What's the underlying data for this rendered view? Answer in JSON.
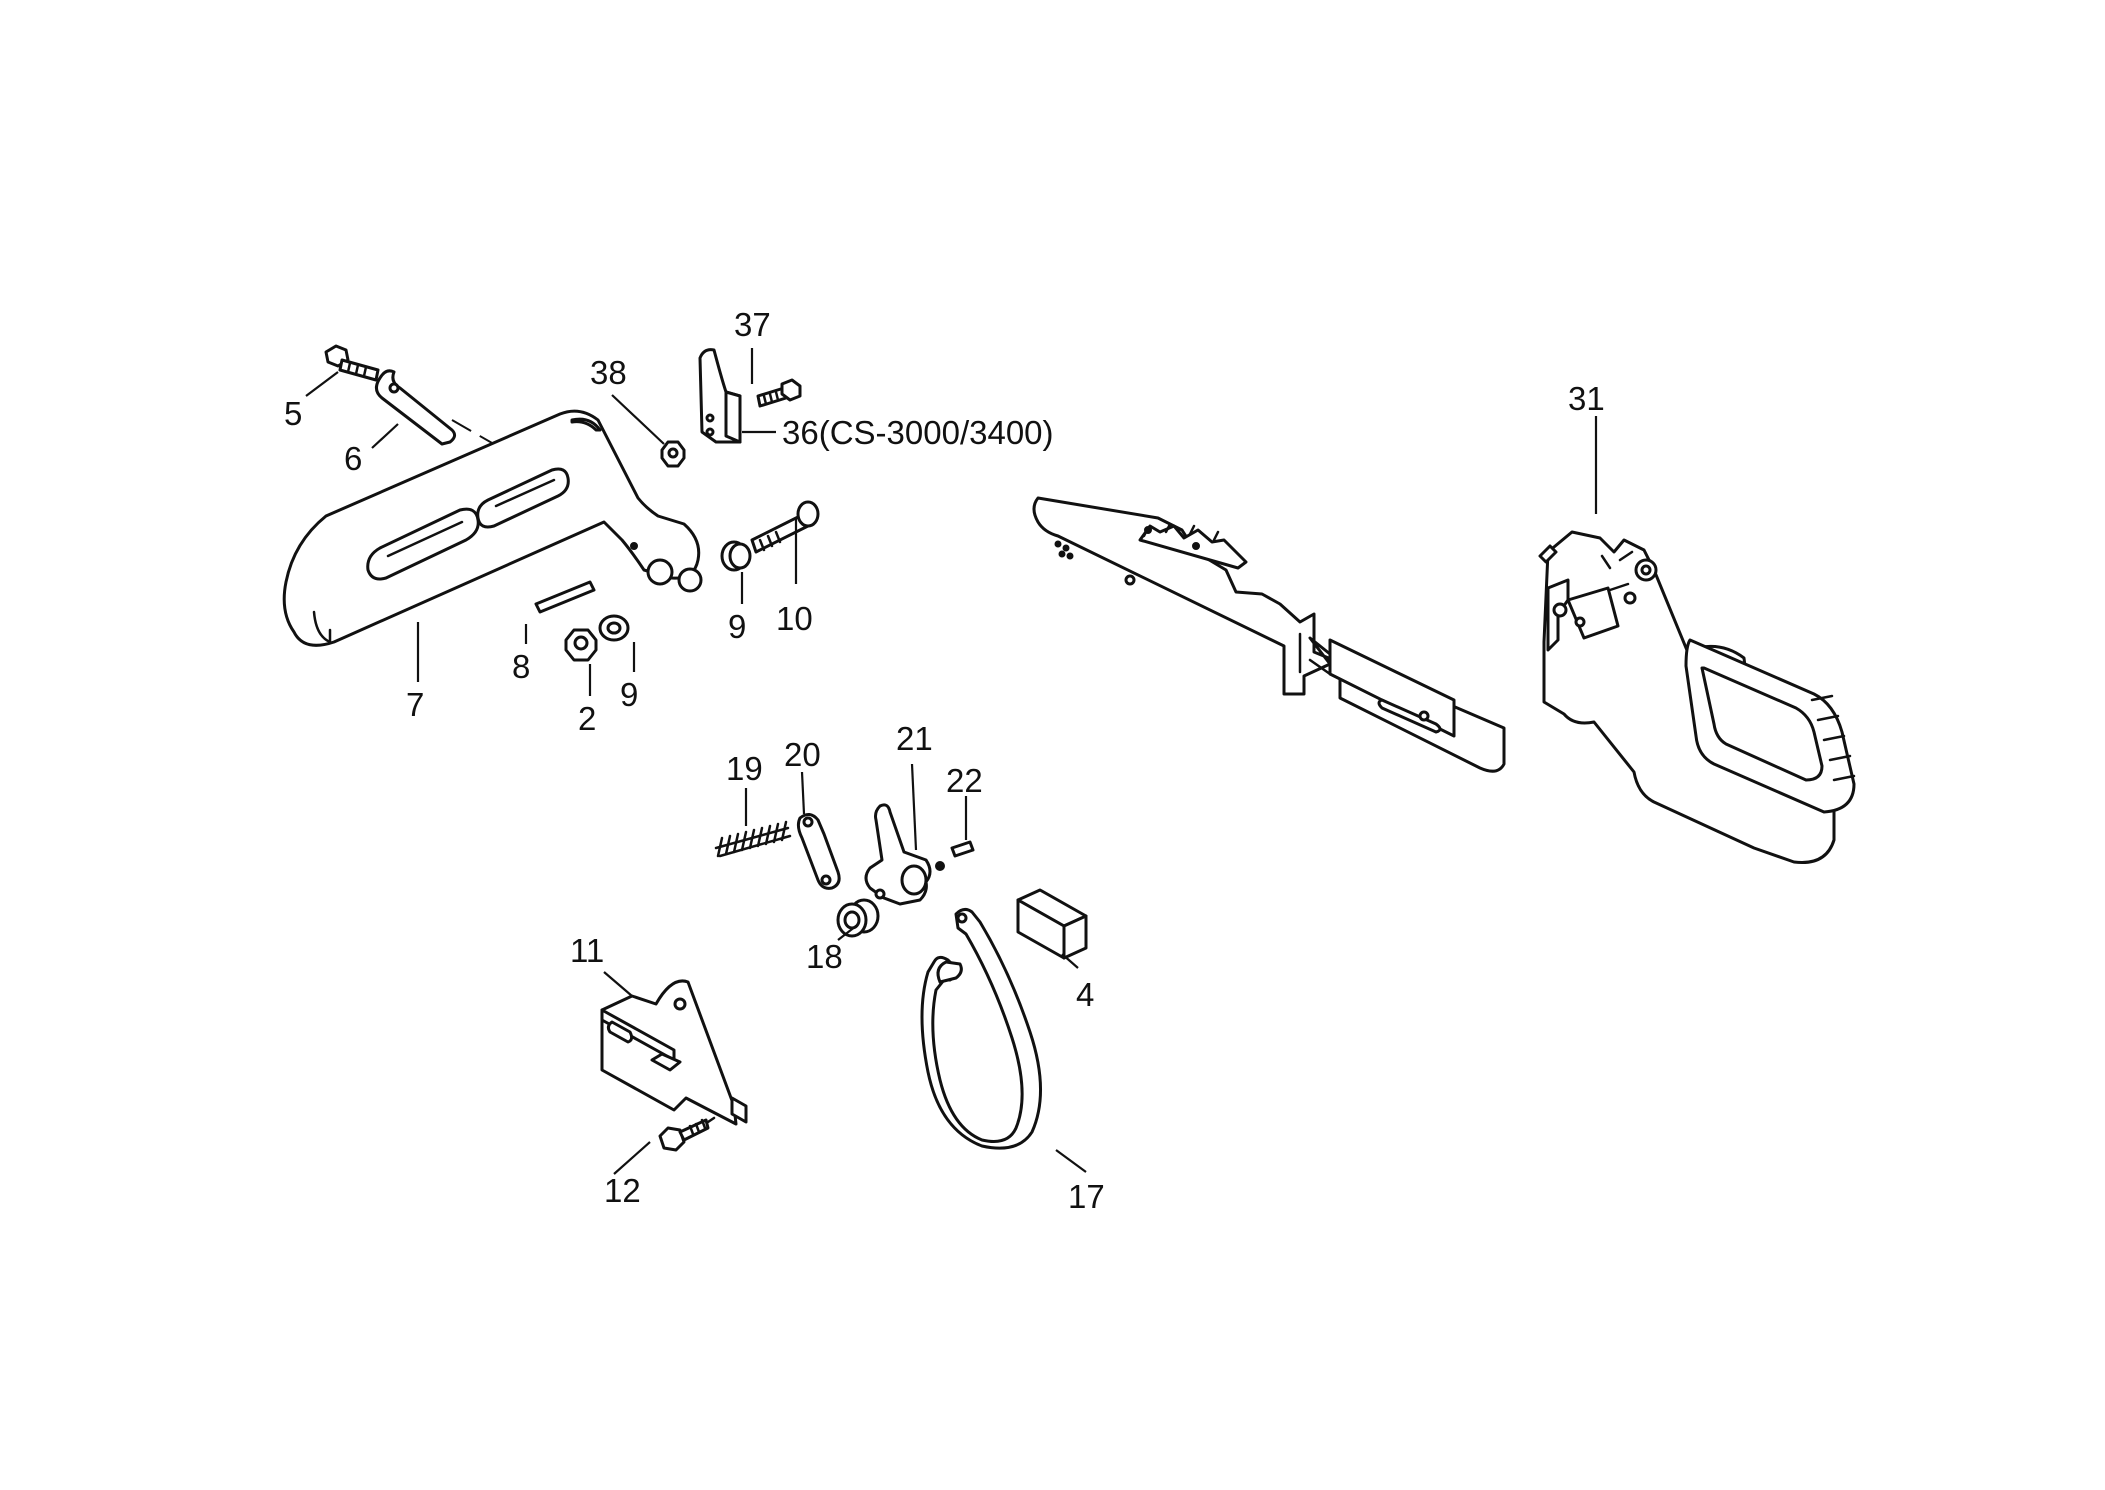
{
  "diagram": {
    "labels": {
      "p2": "2",
      "p4": "4",
      "p5": "5",
      "p6": "6",
      "p7": "7",
      "p8": "8",
      "p9a": "9",
      "p9b": "9",
      "p10": "10",
      "p11": "11",
      "p12": "12",
      "p17": "17",
      "p18": "18",
      "p19": "19",
      "p20": "20",
      "p21": "21",
      "p22": "22",
      "p31": "31",
      "p36": "36(CS-3000/3400)",
      "p37": "37",
      "p38": "38"
    }
  }
}
